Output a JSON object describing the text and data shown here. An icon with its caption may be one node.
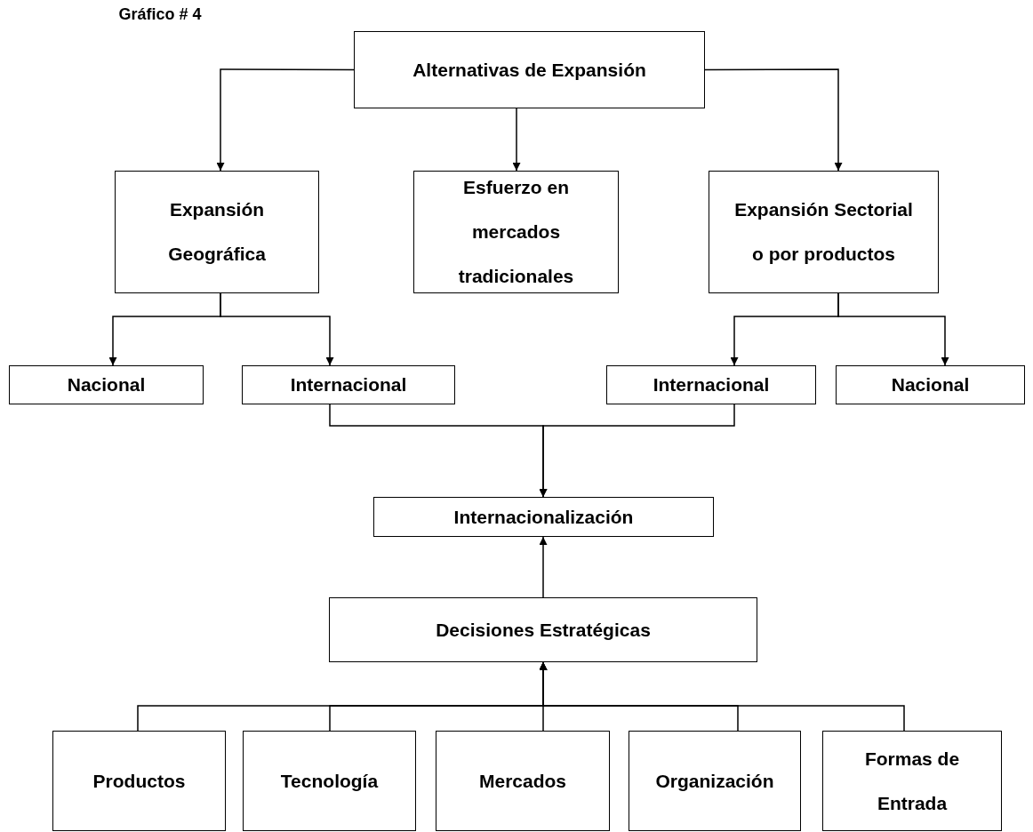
{
  "diagram": {
    "title": "Gráfico # 4",
    "nodes": [
      {
        "text": [
          "Alternativas de Expansión"
        ]
      },
      {
        "text": [
          "Expansión Geográfica"
        ]
      },
      {
        "text": [
          "Esfuerzo en mercados tradicionales"
        ]
      },
      {
        "text": [
          "Expansión Sectorial o por productos"
        ]
      },
      {
        "text": [
          "Nacional"
        ]
      },
      {
        "text": [
          "Internacional"
        ]
      },
      {
        "text": [
          "Internacional"
        ]
      },
      {
        "text": [
          "Nacional"
        ]
      },
      {
        "text": [
          "Internacionalización"
        ]
      },
      {
        "text": [
          "Decisiones Estratégicas"
        ]
      },
      {
        "text": [
          "Productos"
        ]
      },
      {
        "text": [
          "Tecnología"
        ]
      },
      {
        "text": [
          "Mercados"
        ]
      },
      {
        "text": [
          "Organización"
        ]
      },
      {
        "text": [
          "Formas de Entrada"
        ]
      }
    ],
    "edges": [
      {
        "from": 0,
        "to": 1,
        "arrow": "to"
      },
      {
        "from": 0,
        "to": 2,
        "arrow": "to"
      },
      {
        "from": 0,
        "to": 3,
        "arrow": "to"
      },
      {
        "from": 1,
        "to": 4,
        "arrow": "to"
      },
      {
        "from": 1,
        "to": 5,
        "arrow": "to"
      },
      {
        "from": 3,
        "to": 6,
        "arrow": "to"
      },
      {
        "from": 3,
        "to": 7,
        "arrow": "to"
      },
      {
        "from": 5,
        "to": 8,
        "arrow": "to"
      },
      {
        "from": 6,
        "to": 8,
        "arrow": "to"
      },
      {
        "from": 9,
        "to": 8,
        "arrow": "to"
      },
      {
        "from": 10,
        "to": 9,
        "arrow": "to"
      },
      {
        "from": 11,
        "to": 9,
        "arrow": "to"
      },
      {
        "from": 12,
        "to": 9,
        "arrow": "to"
      },
      {
        "from": 13,
        "to": 9,
        "arrow": "to"
      },
      {
        "from": 14,
        "to": 9,
        "arrow": "to"
      }
    ]
  }
}
